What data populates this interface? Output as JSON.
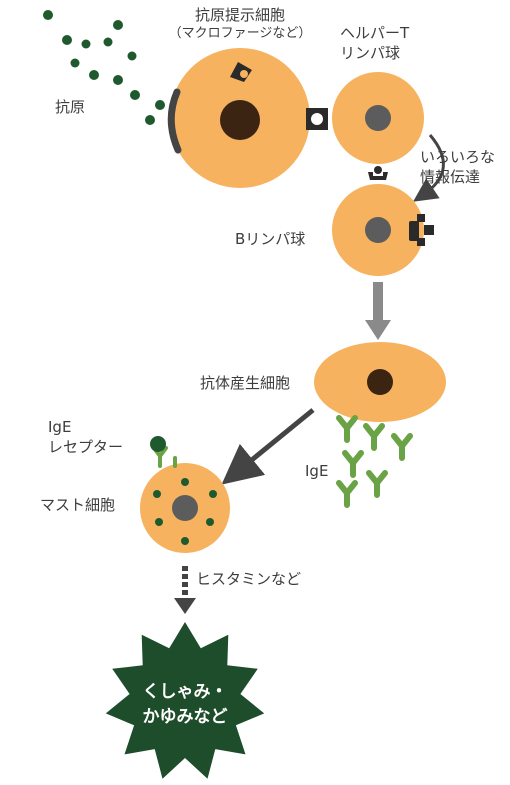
{
  "labels": {
    "antigen": "抗原",
    "apc_title": "抗原提示細胞",
    "apc_sub": "（マクロファージなど）",
    "helper_t_line1": "ヘルパーT",
    "helper_t_line2": "リンパ球",
    "info_line1": "いろいろな",
    "info_line2": "情報伝達",
    "b_cell": "Bリンパ球",
    "plasma_cell": "抗体産生細胞",
    "ige_receptor_line1": "IgE",
    "ige_receptor_line2": "レセプター",
    "ige": "IgE",
    "mast_cell": "マスト細胞",
    "histamine": "ヒスタミンなど",
    "symptom_line1": "くしゃみ・",
    "symptom_line2": "かゆみなど"
  },
  "colors": {
    "cell_fill": "#f6b25e",
    "nucleus_dark": "#3b2412",
    "nucleus_gray": "#5c5c5c",
    "antigen": "#1e5a2e",
    "ige": "#6aa346",
    "arrow_dark": "#444444",
    "arrow_gray": "#8a8a8a",
    "burst": "#1e4d2b"
  }
}
